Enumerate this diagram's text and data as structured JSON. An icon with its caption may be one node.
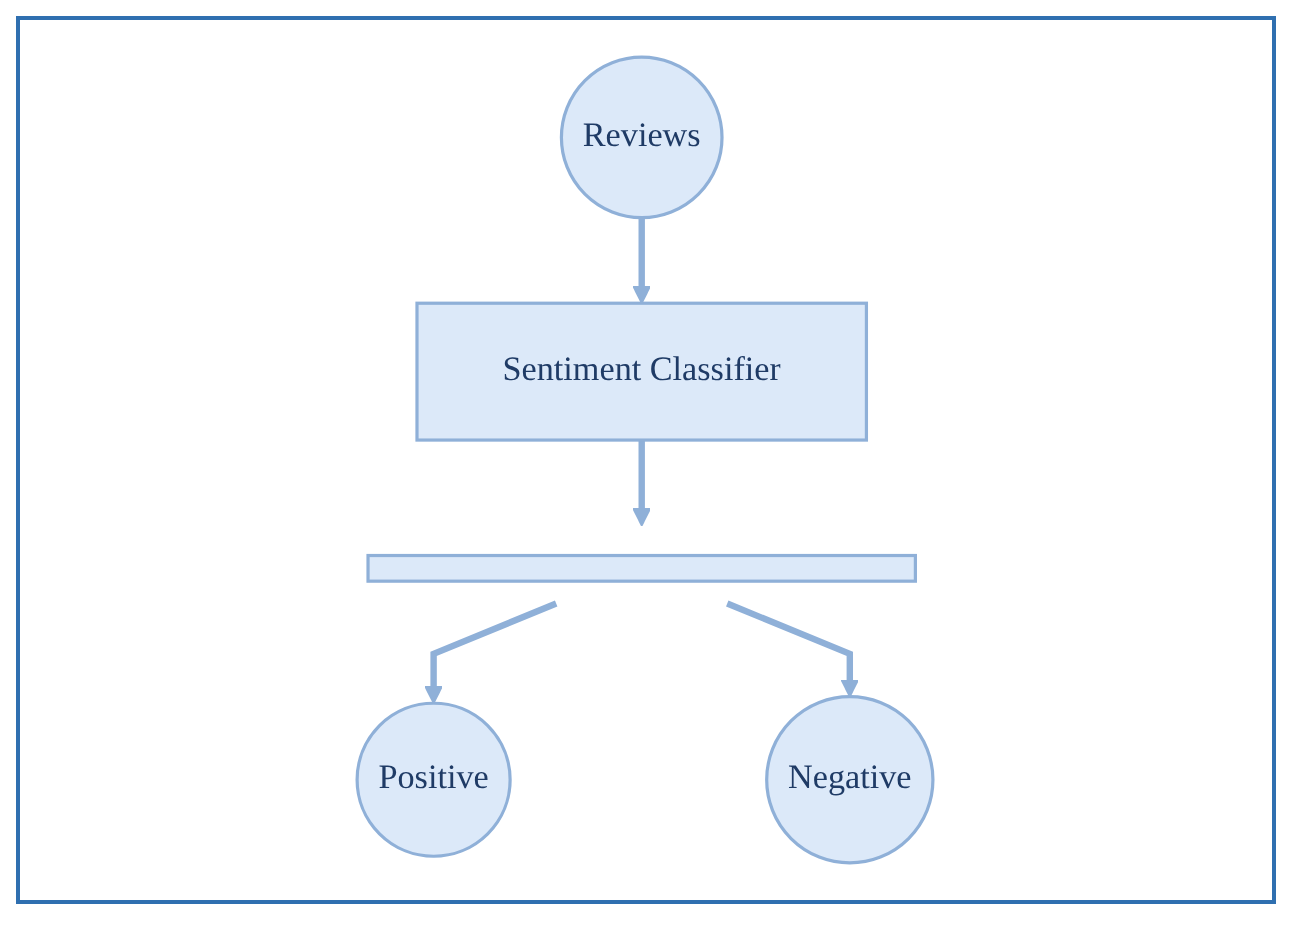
{
  "diagram": {
    "nodes": [
      {
        "text": [
          "Reviews"
        ]
      },
      {
        "text": [
          "Sentiment Classifier"
        ]
      },
      {
        "text": [],
        "shape": "bar"
      },
      {
        "text": [
          "Positive"
        ]
      },
      {
        "text": [
          "Negative"
        ]
      }
    ],
    "edges": [
      {
        "from": 0,
        "to": 1,
        "arrow": "to"
      },
      {
        "from": 1,
        "to": 2,
        "arrow": "to"
      },
      {
        "from": 2,
        "to": 3,
        "arrow": "to"
      },
      {
        "from": 2,
        "to": 4,
        "arrow": "to"
      }
    ]
  }
}
